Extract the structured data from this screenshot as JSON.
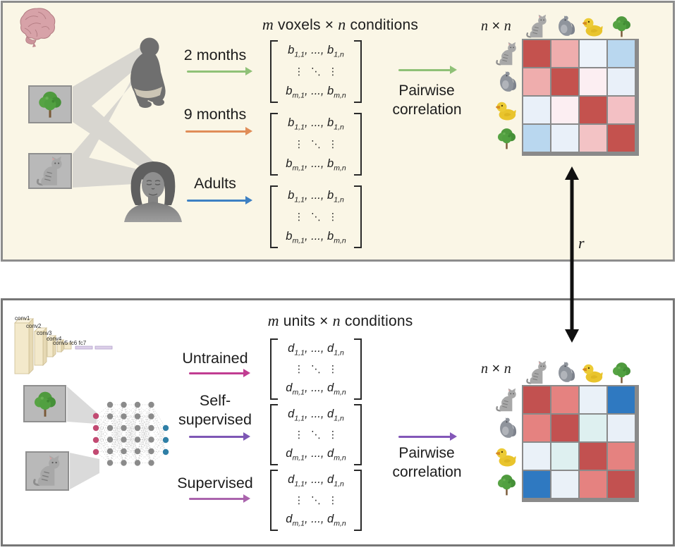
{
  "colors": {
    "panel_top_bg": "#faf6e6",
    "panel_border": "#8d8d8d",
    "beam_gray": "#c4c4c4",
    "link_black": "#101010",
    "node_pink": "#c24a72",
    "node_gray": "#8b8b8b",
    "node_blue": "#2f7fa6"
  },
  "top_panel": {
    "title": {
      "var1": "m",
      "mid": " voxels × ",
      "var2": "n",
      "tail": " conditions"
    },
    "groups": [
      {
        "lines": [
          "2 months"
        ],
        "color": "#8fc177"
      },
      {
        "lines": [
          "9 months"
        ],
        "color": "#e08d58"
      },
      {
        "lines": [
          "Adults"
        ],
        "color": "#3d80c3"
      }
    ],
    "matrix": {
      "symbol": "b",
      "ellipsis": ", ..., ",
      "subs": [
        [
          "1,1",
          "1,n"
        ],
        [
          "m,1",
          "m,n"
        ]
      ],
      "dots": [
        "⋮",
        "⋱",
        "⋮"
      ]
    },
    "pairwise": {
      "line1": "Pairwise",
      "line2": "correlation",
      "arrow_color": "#8fc177"
    },
    "nxn": {
      "var1": "n",
      "times": " × ",
      "var2": "n"
    },
    "rsm": {
      "icons": [
        "cat",
        "squirrel",
        "duck",
        "tree"
      ],
      "cell_colors": [
        [
          "#c4524e",
          "#efadad",
          "#edf3fa",
          "#b9d7ef"
        ],
        [
          "#efadad",
          "#c4524e",
          "#fceef2",
          "#e9f0f9"
        ],
        [
          "#e9f0f9",
          "#fceef2",
          "#c4524e",
          "#f3c0c4"
        ],
        [
          "#b9d7ef",
          "#e9f0f9",
          "#f3c3c5",
          "#c4524e"
        ]
      ]
    }
  },
  "link": {
    "label": "r"
  },
  "bottom_panel": {
    "cnn_labels": [
      "conv1",
      "conv2",
      "conv3",
      "conv4",
      "conv5 fc6 fc7"
    ],
    "title": {
      "var1": "m",
      "mid": " units × ",
      "var2": "n",
      "tail": " conditions"
    },
    "groups": [
      {
        "lines": [
          "Untrained"
        ],
        "color": "#c13d92"
      },
      {
        "lines": [
          "Self-",
          "supervised"
        ],
        "color": "#7e57b5"
      },
      {
        "lines": [
          "Supervised"
        ],
        "color": "#aa64ad"
      }
    ],
    "matrix": {
      "symbol": "d",
      "ellipsis": ", ..., ",
      "subs": [
        [
          "1,1",
          "1,n"
        ],
        [
          "m,1",
          "m,n"
        ]
      ],
      "dots": [
        "⋮",
        "⋱",
        "⋮"
      ]
    },
    "pairwise": {
      "line1": "Pairwise",
      "line2": "correlation",
      "arrow_color": "#8357b8"
    },
    "nxn": {
      "var1": "n",
      "times": " × ",
      "var2": "n"
    },
    "rsm": {
      "icons": [
        "cat",
        "squirrel",
        "duck",
        "tree"
      ],
      "cell_colors": [
        [
          "#c25150",
          "#e58280",
          "#eaf1f8",
          "#2f79c1"
        ],
        [
          "#e58280",
          "#c25150",
          "#def0f0",
          "#e9f0f8"
        ],
        [
          "#eaf1f8",
          "#def0f0",
          "#c25150",
          "#e58280"
        ],
        [
          "#2f79c1",
          "#eaf1f8",
          "#e58280",
          "#c25150"
        ]
      ]
    }
  }
}
